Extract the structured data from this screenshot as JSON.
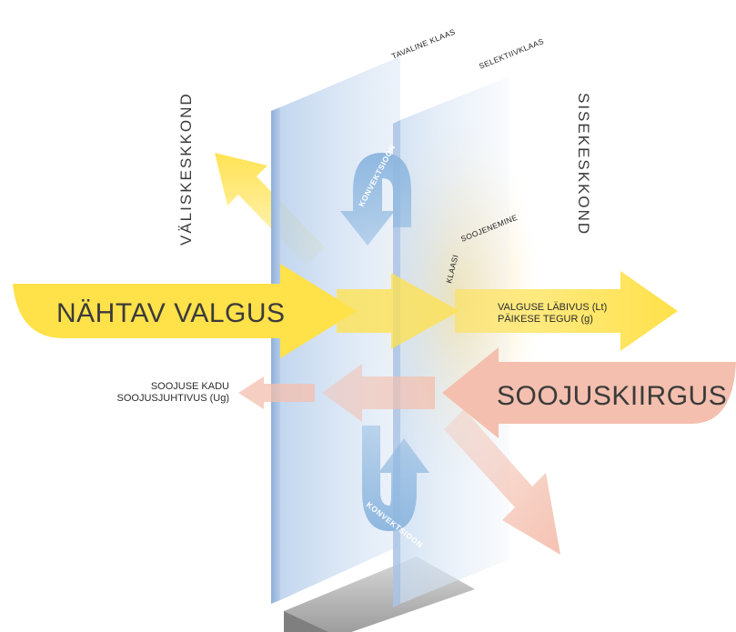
{
  "labels": {
    "ordinary_glass": "TAVALINE KLAAS",
    "selective_glass": "SELEKTIIVKLAAS",
    "outside": "VÄLISKESKKOND",
    "inside": "SISEKESKKOND",
    "visible_light": "NÄHTAV VALGUS",
    "light_transmission": "VALGUSE LÄBIVUS (Lt)",
    "solar_factor": "PÄIKESE TEGUR (g)",
    "heat_radiation": "SOOJUSKIIRGUS",
    "heat_loss": "SOOJUSE KADU",
    "thermal_conductivity": "SOOJUSJUHTIVUS (Ug)",
    "glass_heating_1": "KLAASI",
    "glass_heating_2": "SOOJENEMINE",
    "convection_top": "KONVEKTSIOON",
    "convection_bottom": "KONVEKTSIOON"
  },
  "colors": {
    "light": "#ffe14a",
    "heat": "#f4bfae",
    "glass": "#bcd4ee",
    "convection": "#8fb8e0",
    "text": "#3b3b3b"
  }
}
